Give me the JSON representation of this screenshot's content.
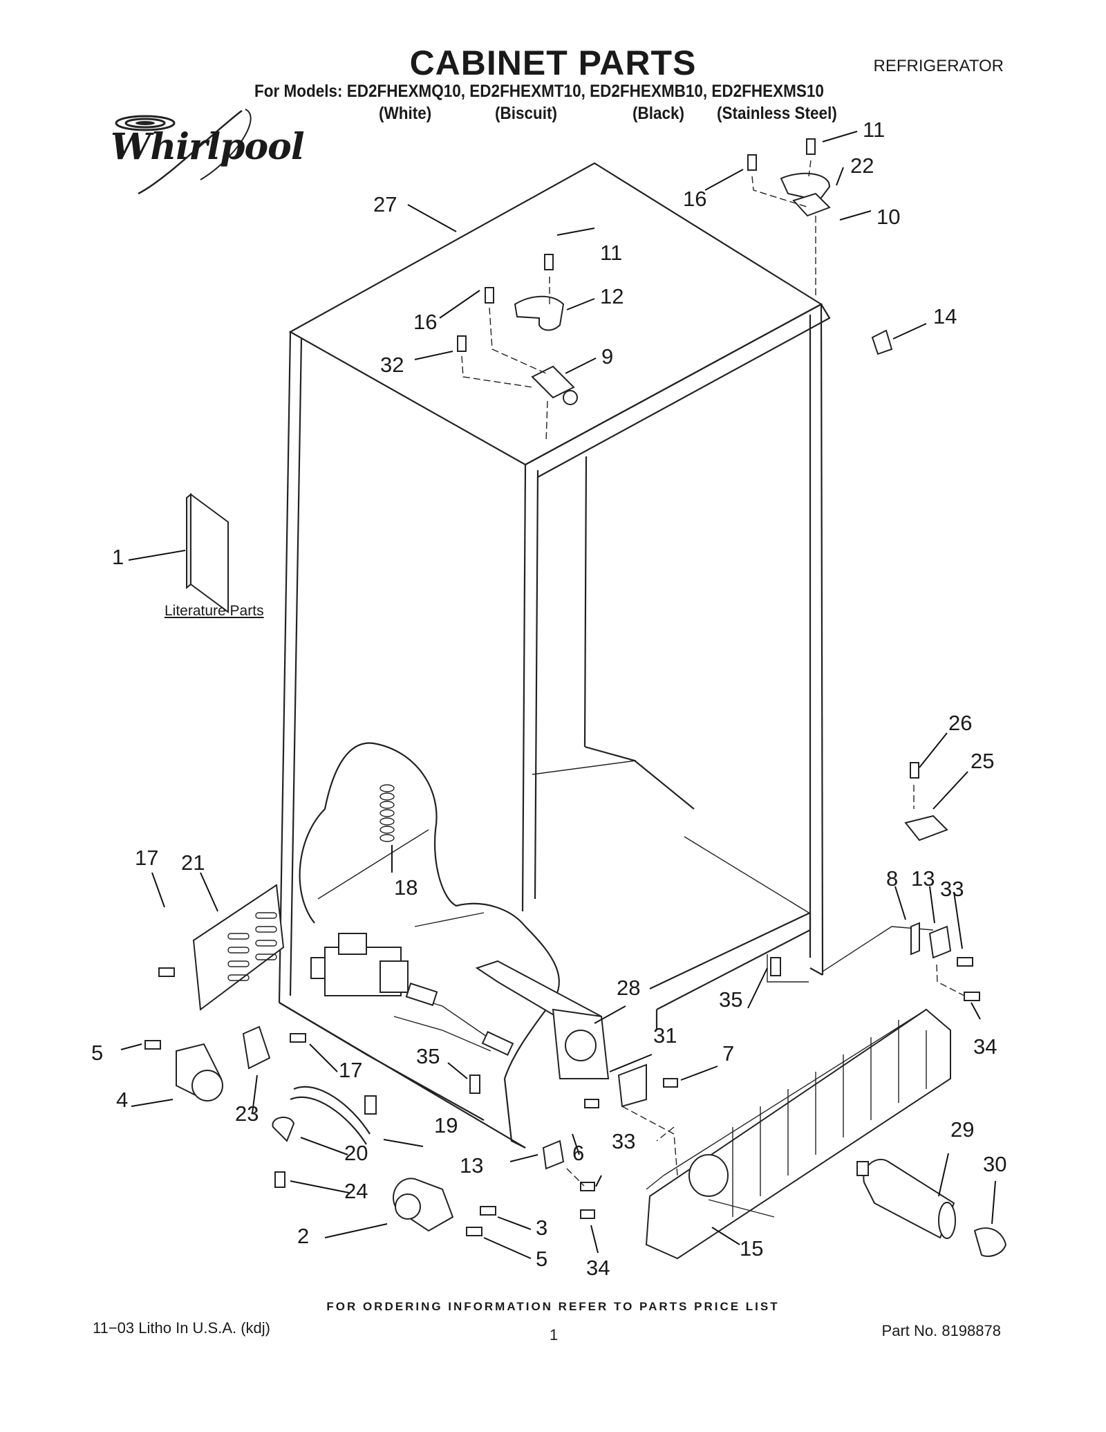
{
  "header": {
    "title": "CABINET PARTS",
    "category": "REFRIGERATOR",
    "models_line": "For Models: ED2FHEXMQ10, ED2FHEXMT10, ED2FHEXMB10, ED2FHEXMS10",
    "variants": [
      "(White)",
      "(Biscuit)",
      "(Black)",
      "(Stainless Steel)"
    ]
  },
  "brand": {
    "logo_text": "Whirlpool"
  },
  "literature_label": "Literature Parts",
  "callouts": {
    "c27": "27",
    "c11a": "11",
    "c22": "22",
    "c16a": "16",
    "c10": "10",
    "c11b": "11",
    "c12": "12",
    "c16b": "16",
    "c9": "9",
    "c32": "32",
    "c14": "14",
    "c1": "1",
    "c26": "26",
    "c25": "25",
    "c8": "8",
    "c13a": "13",
    "c33a": "33",
    "c17a": "17",
    "c21": "21",
    "c18": "18",
    "c28": "28",
    "c35a": "35",
    "c34a": "34",
    "c5a": "5",
    "c4": "4",
    "c17b": "17",
    "c31": "31",
    "c7": "7",
    "c35b": "35",
    "c23": "23",
    "c19": "19",
    "c20": "20",
    "c24": "24",
    "c6": "6",
    "c33b": "33",
    "c13b": "13",
    "c29": "29",
    "c30": "30",
    "c2": "2",
    "c3": "3",
    "c5b": "5",
    "c34b": "34",
    "c15": "15"
  },
  "footer": {
    "ordering_note": "FOR ORDERING INFORMATION REFER TO PARTS PRICE LIST",
    "litho": "11−03 Litho In U.S.A. (kdj)",
    "page_number": "1",
    "part_number": "Part No. 8198878"
  }
}
